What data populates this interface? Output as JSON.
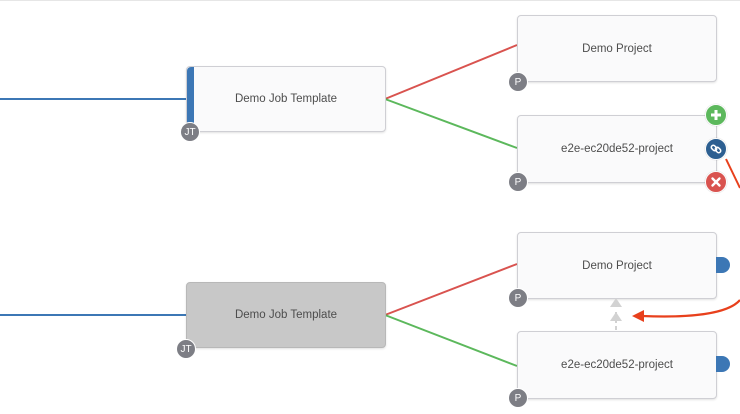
{
  "colors": {
    "workflow_line": "#3c77b5",
    "failure_edge": "#d9534f",
    "success_edge": "#5cb85c",
    "link_arrow": "#e8401c",
    "badge_bg": "#7d7e85"
  },
  "workflow_top": {
    "job_template": {
      "label": "Demo Job Template",
      "badge": "JT"
    },
    "project_a": {
      "label": "Demo Project",
      "badge": "P"
    },
    "project_b": {
      "label": "e2e-ec20de52-project",
      "badge": "P"
    },
    "actions": [
      "plus-icon",
      "link-icon",
      "times-icon"
    ]
  },
  "workflow_bottom": {
    "job_template": {
      "label": "Demo Job Template",
      "badge": "JT"
    },
    "project_a": {
      "label": "Demo Project",
      "badge": "P"
    },
    "project_b": {
      "label": "e2e-ec20de52-project",
      "badge": "P"
    }
  }
}
